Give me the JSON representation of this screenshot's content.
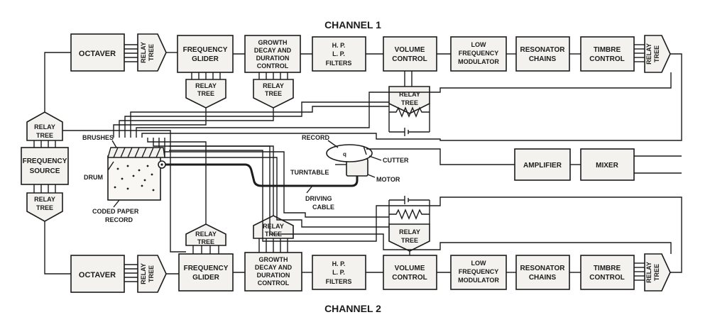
{
  "channel1_label": "CHANNEL 1",
  "channel2_label": "CHANNEL 2",
  "blocks": {
    "octaver": "OCTAVER",
    "frequency_glider": [
      "FREQUENCY",
      "GLIDER"
    ],
    "growth_decay": [
      "GROWTH",
      "DECAY AND",
      "DURATION",
      "CONTROL"
    ],
    "filters": [
      "H. P.",
      "L. P.",
      "FILTERS"
    ],
    "volume_control": [
      "VOLUME",
      "CONTROL"
    ],
    "lf_modulator": [
      "LOW",
      "FREQUENCY",
      "MODULATOR"
    ],
    "resonator_chains": [
      "RESONATOR",
      "CHAINS"
    ],
    "timbre_control": [
      "TIMBRE",
      "CONTROL"
    ],
    "relay_tree": [
      "RELAY",
      "TREE"
    ],
    "frequency_source": [
      "FREQUENCY",
      "SOURCE"
    ],
    "amplifier": "AMPLIFIER",
    "mixer": "MIXER"
  },
  "callouts": {
    "brushes": "BRUSHES",
    "drum": "DRUM",
    "coded_paper_record": [
      "CODED PAPER",
      "RECORD"
    ],
    "record": "RECORD",
    "cutter": "CUTTER",
    "turntable": "TURNTABLE",
    "motor": "MOTOR",
    "driving_cable": [
      "DRIVING",
      "CABLE"
    ]
  }
}
